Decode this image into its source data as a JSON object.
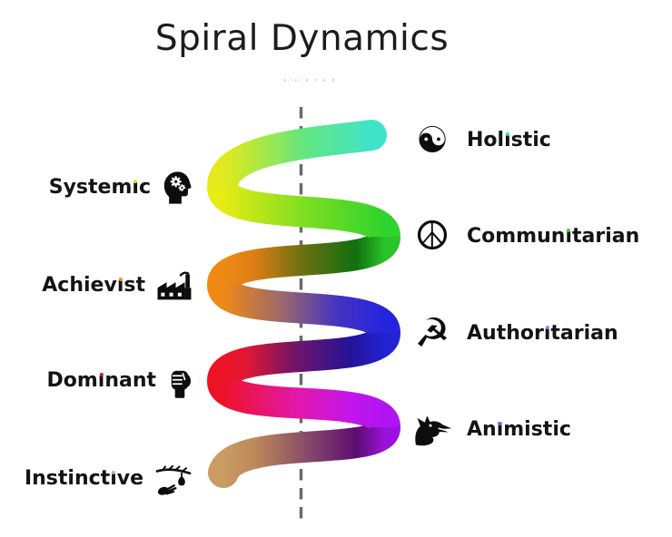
{
  "title": "Spiral Dynamics",
  "watermark": "∙∴∙∴∙ ∘ ∙ ∧",
  "divider": {
    "style": "dashed",
    "color": "#6b6b6b"
  },
  "left_levels": [
    {
      "prefix": "System",
      "accent": "ı",
      "suffix": "c",
      "dot_color": "#e0e226",
      "icon": "head-gears-icon"
    },
    {
      "prefix": "Achiev",
      "accent": "ı",
      "suffix": "st",
      "dot_color": "#e8902c",
      "icon": "factory-icon"
    },
    {
      "prefix": "Dom",
      "accent": "ı",
      "suffix": "nant",
      "dot_color": "#e41717",
      "icon": "fist-icon"
    },
    {
      "prefix": "Instinct",
      "accent": "ı",
      "suffix": "ve",
      "dot_color": "#c4ae8e",
      "icon": "foraging-icon"
    }
  ],
  "right_levels": [
    {
      "glyph": "☯",
      "prefix": "Hol",
      "accent": "ı",
      "suffix": "stic",
      "dot_color": "#32d7c3",
      "icon": "yin-yang-icon"
    },
    {
      "glyph": "☮",
      "prefix": "Commun",
      "accent": "ı",
      "suffix": "tarian",
      "dot_color": "#3fcb30",
      "icon": "peace-icon"
    },
    {
      "glyph": "☭",
      "prefix": "Author",
      "accent": "ı",
      "suffix": "tarian",
      "dot_color": "#8d8deb",
      "icon": "hammer-sickle-icon"
    },
    {
      "glyph": "",
      "prefix": "An",
      "accent": "ı",
      "suffix": "mistic",
      "dot_color": "#9a5dc8",
      "icon": "dragon-icon"
    }
  ],
  "spiral_stages": [
    {
      "stage": "Holistic",
      "color": "#3fe3c8"
    },
    {
      "stage": "Systemic",
      "color": "#e6ec14"
    },
    {
      "stage": "Communitarian",
      "color": "#2ed32e"
    },
    {
      "stage": "Achievist",
      "color": "#f08a14"
    },
    {
      "stage": "Authoritarian",
      "color": "#2424de"
    },
    {
      "stage": "Dominant",
      "color": "#ee1226"
    },
    {
      "stage": "Animistic",
      "color": "#af14f2"
    },
    {
      "stage": "Instinctive",
      "color": "#c99c63"
    }
  ]
}
